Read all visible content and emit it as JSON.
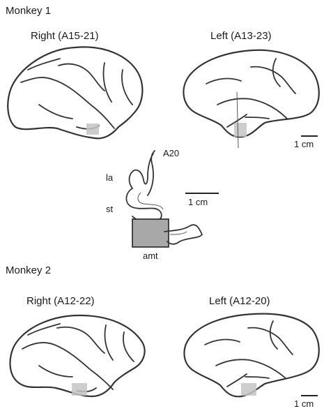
{
  "monkey1": {
    "title": "Monkey 1",
    "right_label": "Right (A15-21)",
    "left_label": "Left (A13-23)",
    "scale_label": "1 cm"
  },
  "section": {
    "a20_label": "A20",
    "la_label": "la",
    "st_label": "st",
    "amt_label": "amt",
    "scale_label": "1 cm"
  },
  "monkey2": {
    "title": "Monkey 2",
    "right_label": "Right  (A12-22)",
    "left_label": "Left (A12-20)",
    "scale_label": "1 cm"
  },
  "colors": {
    "outline": "#333333",
    "lesion_fill": "#c4c4c4",
    "section_box_fill": "#a8a8a8"
  }
}
